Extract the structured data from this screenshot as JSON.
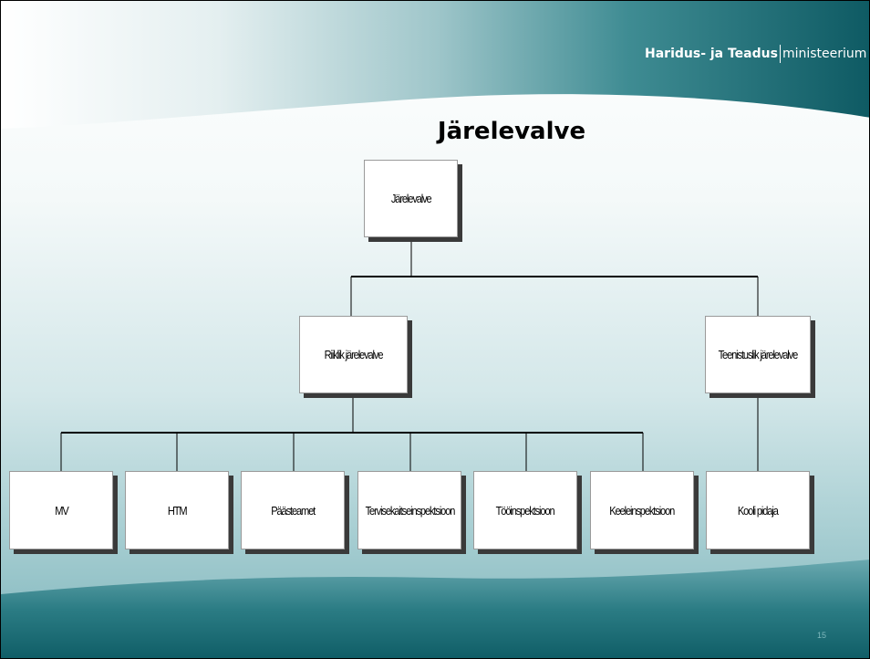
{
  "header": {
    "brand_bold": "Haridus- ja Teadus",
    "brand_light": "ministeerium"
  },
  "slide": {
    "title": "Järelevalve",
    "page_number": "15"
  },
  "org_chart": {
    "root": "Järelevalve",
    "level2": [
      "Riiklik järelevalve",
      "Teenistuslik järelevalve"
    ],
    "level3": [
      "MV",
      "HTM",
      "Päästeamet",
      "Tervisekaitseinspektsioon",
      "Tööinspektsioon",
      "Keeleinspektsioon",
      "Kooli pidaja"
    ]
  },
  "colors": {
    "teal_dark": "#14656e",
    "teal_light": "#b9d8db",
    "box_shadow": "#3a3a3a",
    "line": "#000000"
  }
}
